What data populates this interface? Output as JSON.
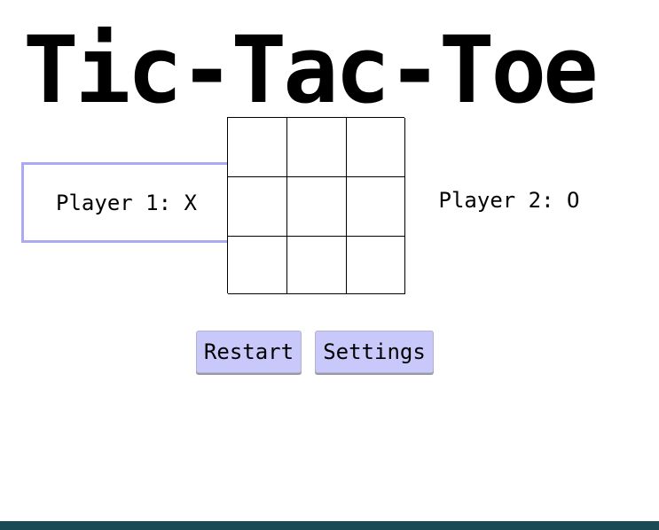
{
  "title": "Tic-Tac-Toe",
  "board": {
    "cells": [
      "",
      "",
      "",
      "",
      "",
      "",
      "",
      "",
      ""
    ]
  },
  "players": {
    "player1": "Player 1: X",
    "player2": "Player 2: O"
  },
  "buttons": {
    "restart_label": "Restart",
    "settings_label": "Settings"
  },
  "colors": {
    "active_player_border": "#a9aaf2",
    "button_background": "#c8c9fa",
    "bottom_bar": "#1a4a54"
  }
}
